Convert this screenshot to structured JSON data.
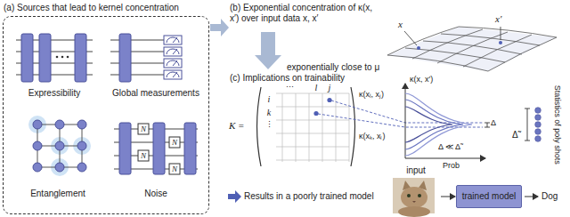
{
  "diagram": {
    "nodes": [
      {
        "text": [
          "(a) Sources that lead to kernel concentration"
        ]
      },
      {
        "text": [
          "input"
        ]
      },
      {
        "text": [
          "trained model"
        ]
      }
    ],
    "edges": [
      {
        "from": 1,
        "to": 2,
        "arrow": "to"
      }
    ],
    "labels": [
      "(b) Exponential concentration of κ(x, x′) over input data x, x′",
      "x",
      "x′",
      "exponentially close to μ",
      "Expressibility",
      "Global measurements",
      "Entanglement",
      "Noise",
      "N",
      "N",
      "N",
      "N",
      "(c) Implications on trainability",
      "K =",
      "⋯",
      "l",
      "j",
      "i",
      "k",
      "⋮",
      "κ(x, x′)",
      "κ(xᵢ, xⱼ)",
      "κ(xₖ, xₗ)",
      "Δ",
      "Δ̃",
      "Δ ≪ Δ̃",
      "Prob",
      "Statistics of poly shots",
      "Results in a poorly trained model",
      "Dog"
    ]
  }
}
